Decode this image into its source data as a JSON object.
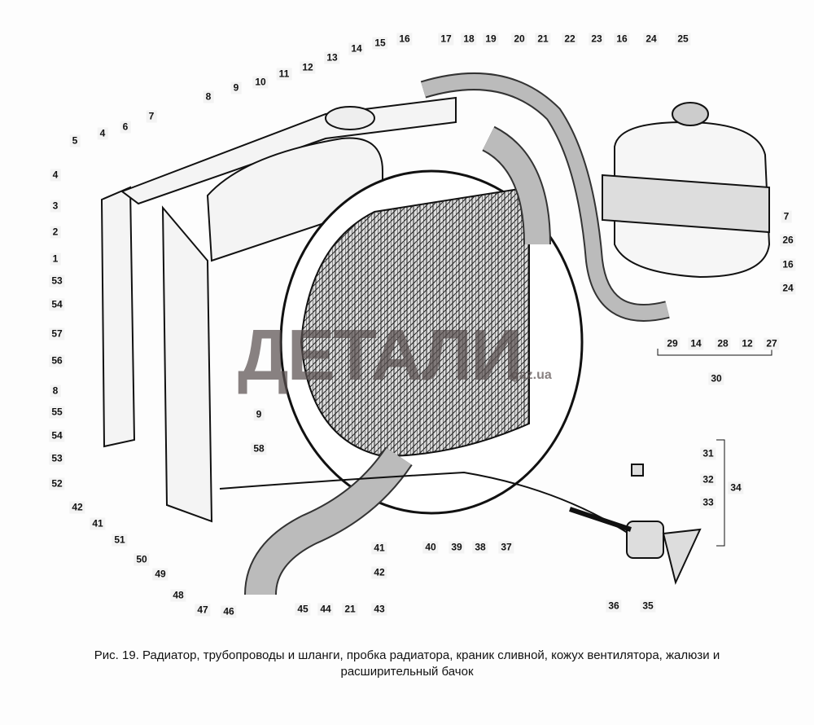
{
  "figure": {
    "caption_line1": "Рис. 19. Радиатор, трубопроводы и шланги, пробка радиатора, краник сливной, кожух вентилятора, жалюзи и",
    "caption_line2": "расширительный бачок",
    "watermark": "ДЕТАЛИ",
    "watermark_sub": "gaz.ua",
    "labels": [
      "16",
      "17",
      "18",
      "19",
      "20",
      "21",
      "22",
      "23",
      "16",
      "24",
      "25",
      "15",
      "14",
      "13",
      "12",
      "11",
      "10",
      "9",
      "8",
      "7",
      "6",
      "4",
      "5",
      "4",
      "3",
      "2",
      "1",
      "53",
      "54",
      "57",
      "56",
      "8",
      "55",
      "54",
      "53",
      "52",
      "42",
      "41",
      "51",
      "50",
      "49",
      "48",
      "47",
      "46",
      "45",
      "44",
      "21",
      "43",
      "42",
      "41",
      "40",
      "39",
      "38",
      "37",
      "9",
      "58",
      "36",
      "35",
      "34",
      "33",
      "32",
      "31",
      "30",
      "29",
      "14",
      "28",
      "12",
      "27",
      "24",
      "16",
      "26",
      "7"
    ]
  }
}
